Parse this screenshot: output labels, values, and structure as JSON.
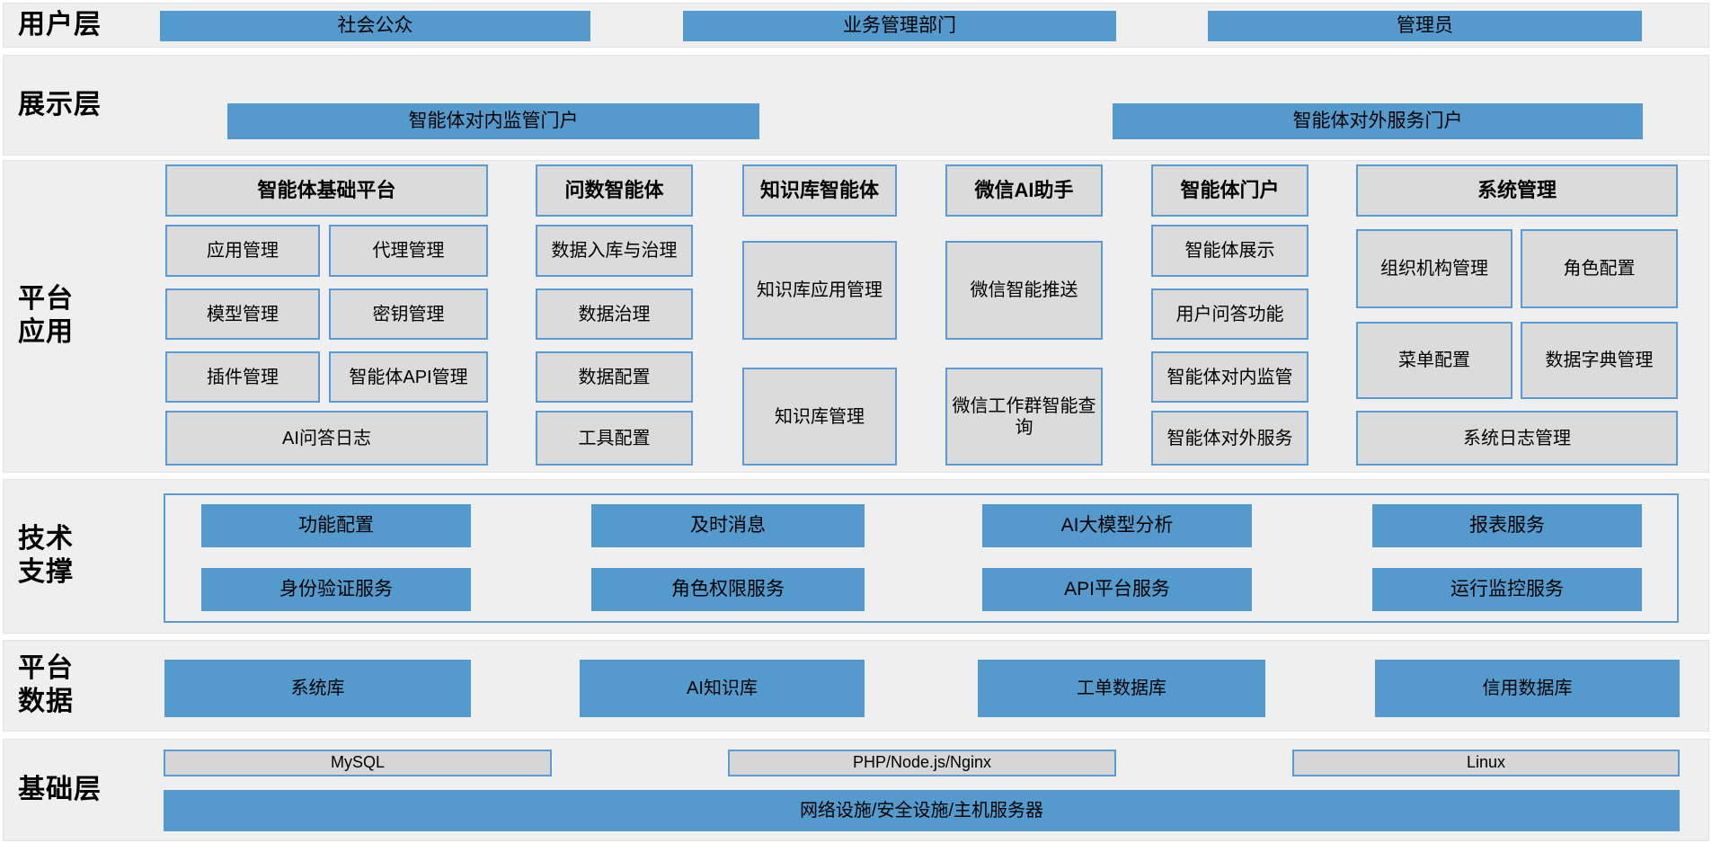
{
  "layers": {
    "user": {
      "label": "用户层",
      "boxes": [
        "社会公众",
        "业务管理部门",
        "管理员"
      ]
    },
    "display": {
      "label": "展示层",
      "boxes": [
        "智能体对内监管门户",
        "智能体对外服务门户"
      ]
    },
    "app": {
      "label1": "平台",
      "label2": "应用",
      "col1": {
        "header": "智能体基础平台",
        "cells": [
          "应用管理",
          "代理管理",
          "模型管理",
          "密钥管理",
          "插件管理",
          "智能体API管理"
        ],
        "footer": "AI问答日志"
      },
      "col2": {
        "header": "问数智能体",
        "cells": [
          "数据入库与治理",
          "数据治理",
          "数据配置",
          "工具配置"
        ]
      },
      "col3": {
        "header": "知识库智能体",
        "cells": [
          "知识库应用管理",
          "知识库管理"
        ]
      },
      "col4": {
        "header": "微信AI助手",
        "cells": [
          "微信智能推送",
          "微信工作群智能查询"
        ]
      },
      "col5": {
        "header": "智能体门户",
        "cells": [
          "智能体展示",
          "用户问答功能",
          "智能体对内监管",
          "智能体对外服务"
        ]
      },
      "col6": {
        "header": "系统管理",
        "cells": [
          "组织机构管理",
          "角色配置",
          "菜单配置",
          "数据字典管理"
        ],
        "footer": "系统日志管理"
      }
    },
    "tech": {
      "label1": "技术",
      "label2": "支撑",
      "row1": [
        "功能配置",
        "及时消息",
        "AI大模型分析",
        "报表服务"
      ],
      "row2": [
        "身份验证服务",
        "角色权限服务",
        "API平台服务",
        "运行监控服务"
      ]
    },
    "data": {
      "label1": "平台",
      "label2": "数据",
      "boxes": [
        "系统库",
        "AI知识库",
        "工单数据库",
        "信用数据库"
      ]
    },
    "infra": {
      "label": "基础层",
      "boxes": [
        "MySQL",
        "PHP/Node.js/Nginx",
        "Linux"
      ],
      "bar": "网络设施/安全设施/主机服务器"
    }
  },
  "colors": {
    "accent_blue": "#559ACD",
    "border_blue": "#5B9BD5",
    "box_gray": "#DBDBDB",
    "infra_box_gray": "#D6D6D6",
    "band_gray": "#EFEFEF",
    "background": "#FFFFFF",
    "text": "#000000"
  }
}
